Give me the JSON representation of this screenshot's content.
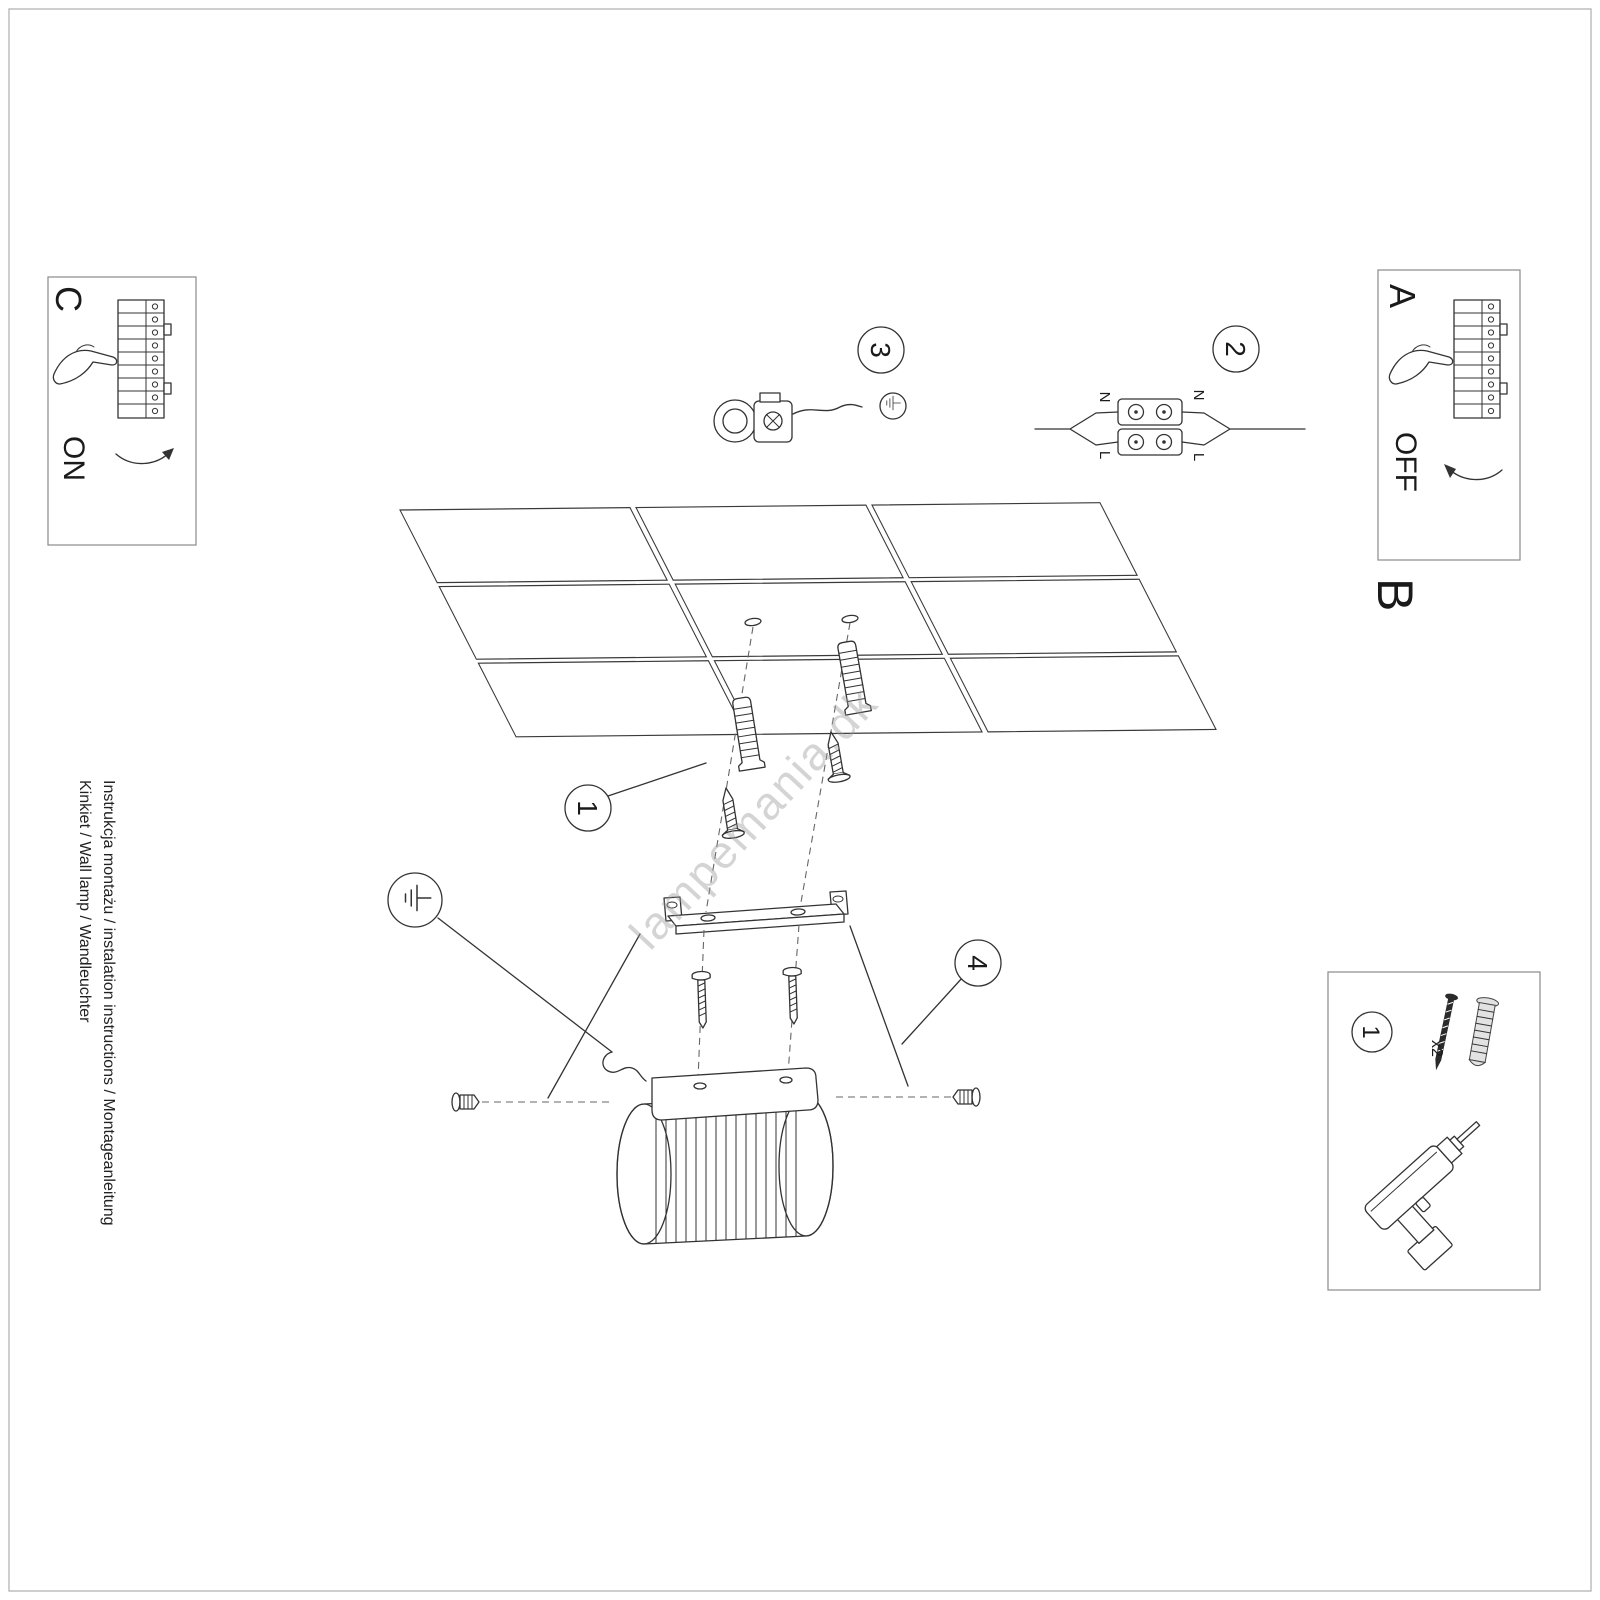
{
  "page": {
    "background": "#ffffff",
    "line_color": "#333333",
    "border_color": "#bdbdbd"
  },
  "watermark": {
    "text": "lampemania.dk"
  },
  "side_text": {
    "line1": "Instrukcja montażu / instalation instructions / Montageanleitung",
    "line2": "Kinkiet / Wall lamp / Wandleuchter"
  },
  "panel_c": {
    "label": "C",
    "state_label": "ON"
  },
  "panel_a": {
    "label": "A",
    "state_label": "OFF"
  },
  "panel_b": {
    "label": "B"
  },
  "steps": {
    "step1": "1",
    "step2": "2",
    "step3": "3",
    "step4": "4"
  },
  "wiring": {
    "n_left": "N",
    "l_left": "L",
    "n_right": "N",
    "l_right": "L"
  },
  "parts_box": {
    "step": "1",
    "quantity": "x2"
  }
}
